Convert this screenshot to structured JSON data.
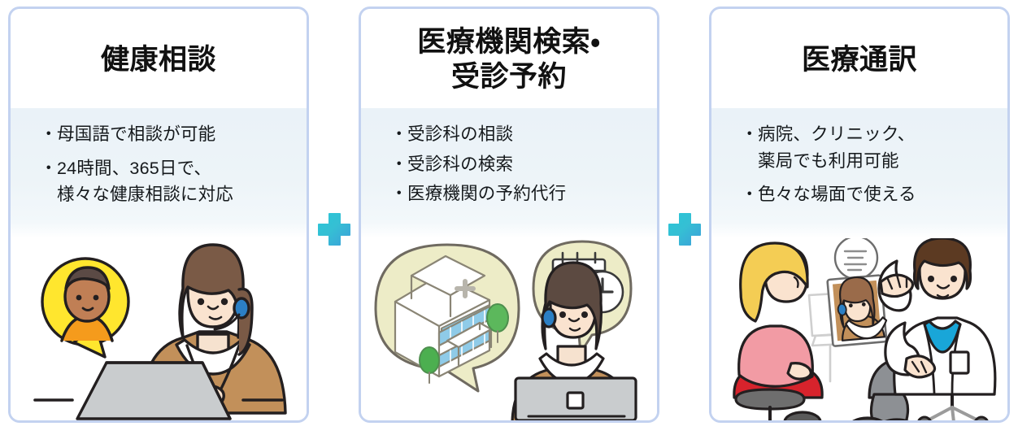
{
  "page": {
    "background": "#ffffff",
    "card_border_color": "#c3d2f0",
    "body_band_color": "#eaf2f8",
    "plus_color": "#2fc0d4",
    "title_color": "#111111",
    "text_color": "#15191c"
  },
  "cards": [
    {
      "id": "health-consultation",
      "title": "健康相談",
      "bullets": [
        "母国語で相談が可能",
        "24時間、365日で、\n様々な健康相談に対応"
      ],
      "illustration": "operator-with-headset-at-laptop-and-caller-avatar"
    },
    {
      "id": "medical-institution-search-and-booking",
      "title": "医療機関検索・\n受診予約",
      "bullets": [
        "受診科の相談",
        "受診科の検索",
        "医療機関の予約代行"
      ],
      "illustration": "hospital-building-calendar-clock-and-operator"
    },
    {
      "id": "medical-interpretation",
      "title": "医療通訳",
      "bullets": [
        "病院、クリニック、\n薬局でも利用可能",
        "色々な場面で使える"
      ],
      "illustration": "patient-doctor-and-tablet-interpreter"
    }
  ],
  "connectors": [
    {
      "id": "plus-1",
      "symbol": "+"
    },
    {
      "id": "plus-2",
      "symbol": "+"
    }
  ]
}
